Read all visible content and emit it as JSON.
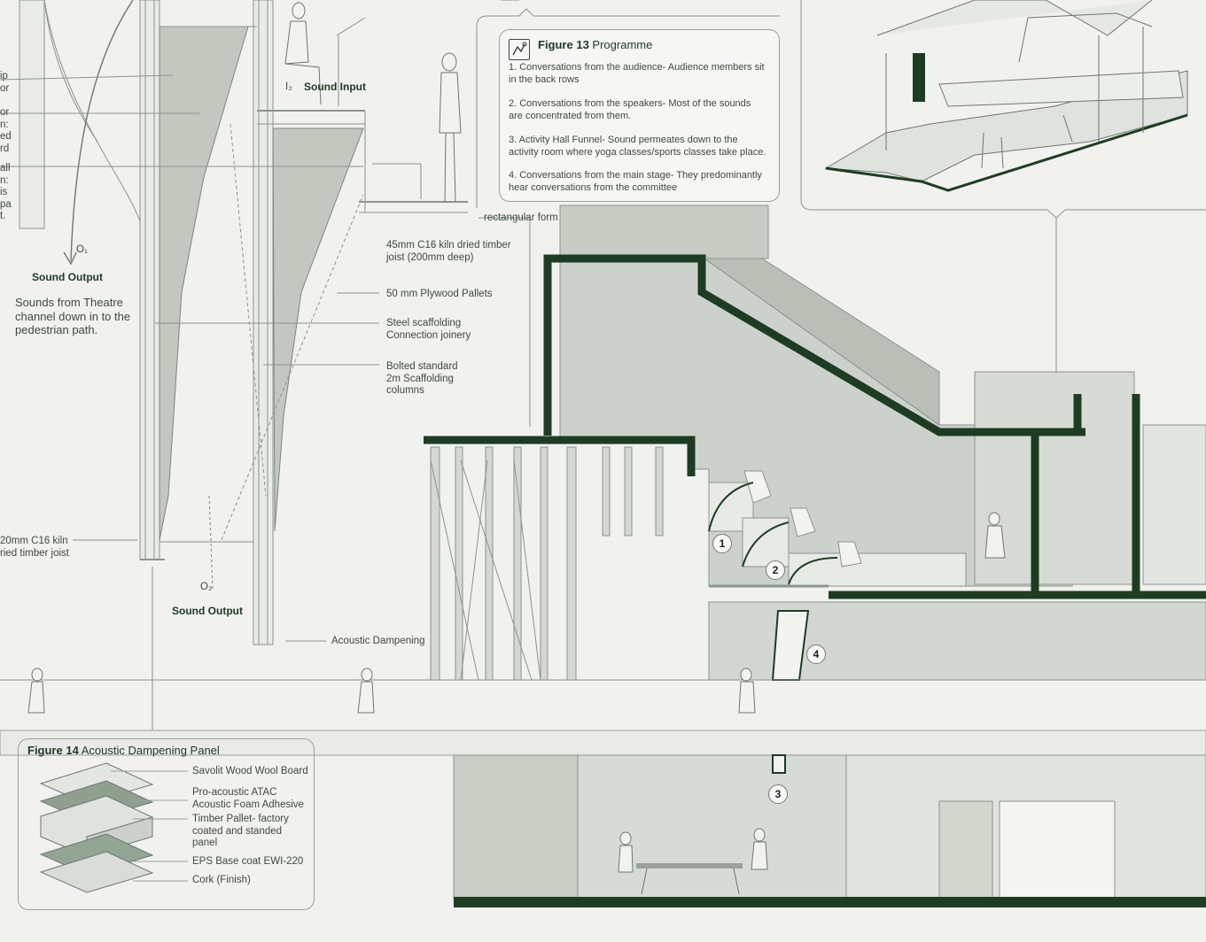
{
  "left_cut_labels": [
    {
      "text": "ip\nor"
    },
    {
      "text": "or\nn:\ned\nrd"
    },
    {
      "text": "all\nn:\nis\npa\nt."
    }
  ],
  "labels": {
    "sound_input": "Sound Input",
    "sound_output_1": "Sound Output",
    "sound_output_2": "Sound Output",
    "o1": "O₁",
    "o2": "O₂",
    "i2": "I₂",
    "theatre_note": "Sounds from Theatre\nchannel down in to the\npedestrian path.",
    "joist_120": "20mm C16 kiln\nried timber joist",
    "rectangular_form": "rectangular form",
    "joist_45": "45mm C16 kiln dried timber\njoist (200mm deep)",
    "plywood": "50 mm Plywood Pallets",
    "scaffolding": "Steel scaffolding\nConnection joinery",
    "bolted": "Bolted standard\n2m Scaffolding\ncolumns",
    "acoustic_dampening": "Acoustic Dampening"
  },
  "figure13": {
    "number": "Figure 13",
    "title": "Programme",
    "items": [
      "1. Conversations from the audience- Audience members sit in the back rows",
      "2. Conversations from the speakers- Most of the sounds are concentrated from them.",
      "3. Activity Hall Funnel- Sound permeates down to the activity room where yoga classes/sports classes take place.",
      "4. Conversations from the main stage- They predominantly hear conversations from the committee"
    ]
  },
  "figure14": {
    "number": "Figure 14",
    "title": "Acoustic Dampening Panel",
    "layers": [
      "Savolit Wood Wool Board",
      "Pro-acoustic ATAC\nAcoustic Foam Adhesive",
      "Timber Pallet- factory\ncoated and standed\npanel",
      "EPS Base coat EWI-220",
      "Cork (Finish)"
    ]
  },
  "badges": [
    "1",
    "2",
    "3",
    "4"
  ],
  "colors": {
    "accent": "#1d3d22",
    "wall_fill": "#c4c9c2",
    "line": "#8c948e",
    "paper": "#f1f1ef"
  }
}
